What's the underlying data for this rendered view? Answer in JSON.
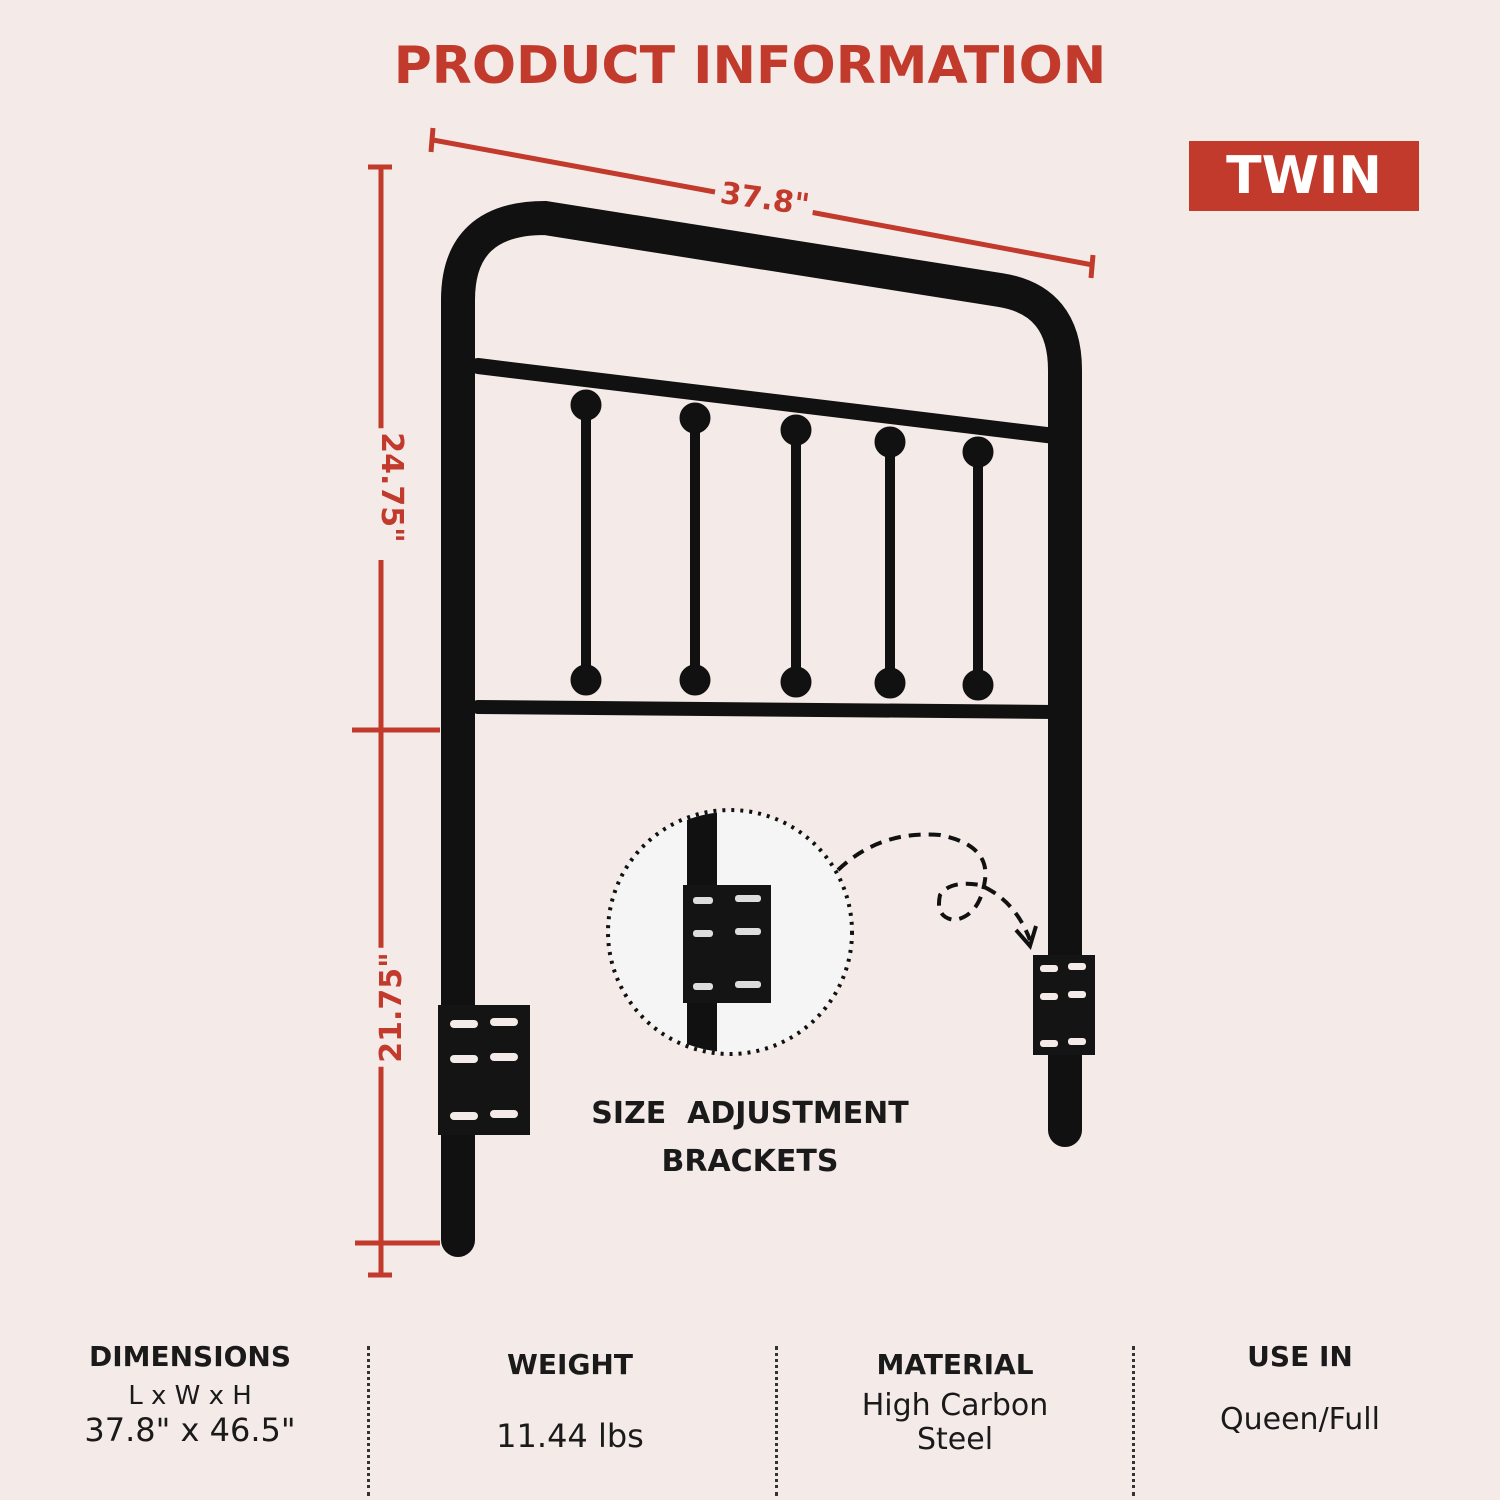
{
  "header": {
    "title": "PRODUCT INFORMATION",
    "size_badge": "TWIN"
  },
  "dimensions_drawing": {
    "width_label": "37.8\"",
    "upper_height_label": "24.75\"",
    "lower_height_label": "21.75\"",
    "accent_color": "#c23a2c"
  },
  "callout": {
    "line1": "SIZE  ADJUSTMENT",
    "line2": "BRACKETS"
  },
  "specs": {
    "dimensions": {
      "title": "DIMENSIONS",
      "sub": "L x W x H",
      "value": "37.8\" x 46.5\""
    },
    "weight": {
      "title": "WEIGHT",
      "value": "11.44 lbs"
    },
    "material": {
      "title": "MATERIAL",
      "line1": "High Carbon",
      "line2": "Steel"
    },
    "use_in": {
      "title": "USE IN",
      "value": "Queen/Full"
    }
  }
}
